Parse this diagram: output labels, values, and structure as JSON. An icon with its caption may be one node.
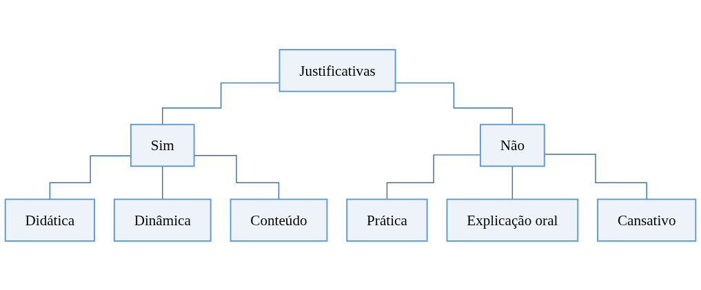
{
  "diagram": {
    "nodes": [
      {
        "text": [
          "Justificativas"
        ]
      },
      {
        "text": [
          "Sim"
        ]
      },
      {
        "text": [
          "Não"
        ]
      },
      {
        "text": [
          "Didática"
        ]
      },
      {
        "text": [
          "Dinâmica"
        ]
      },
      {
        "text": [
          "Conteúdo"
        ]
      },
      {
        "text": [
          "Prática"
        ]
      },
      {
        "text": [
          "Explicação oral"
        ]
      },
      {
        "text": [
          "Cansativo"
        ]
      }
    ],
    "edges": [
      {
        "from": 0,
        "to": 1,
        "arrow": "none"
      },
      {
        "from": 0,
        "to": 2,
        "arrow": "none"
      },
      {
        "from": 1,
        "to": 3,
        "arrow": "none"
      },
      {
        "from": 1,
        "to": 4,
        "arrow": "none"
      },
      {
        "from": 1,
        "to": 5,
        "arrow": "none"
      },
      {
        "from": 2,
        "to": 6,
        "arrow": "none"
      },
      {
        "from": 2,
        "to": 7,
        "arrow": "none"
      },
      {
        "from": 2,
        "to": 8,
        "arrow": "none"
      }
    ]
  }
}
